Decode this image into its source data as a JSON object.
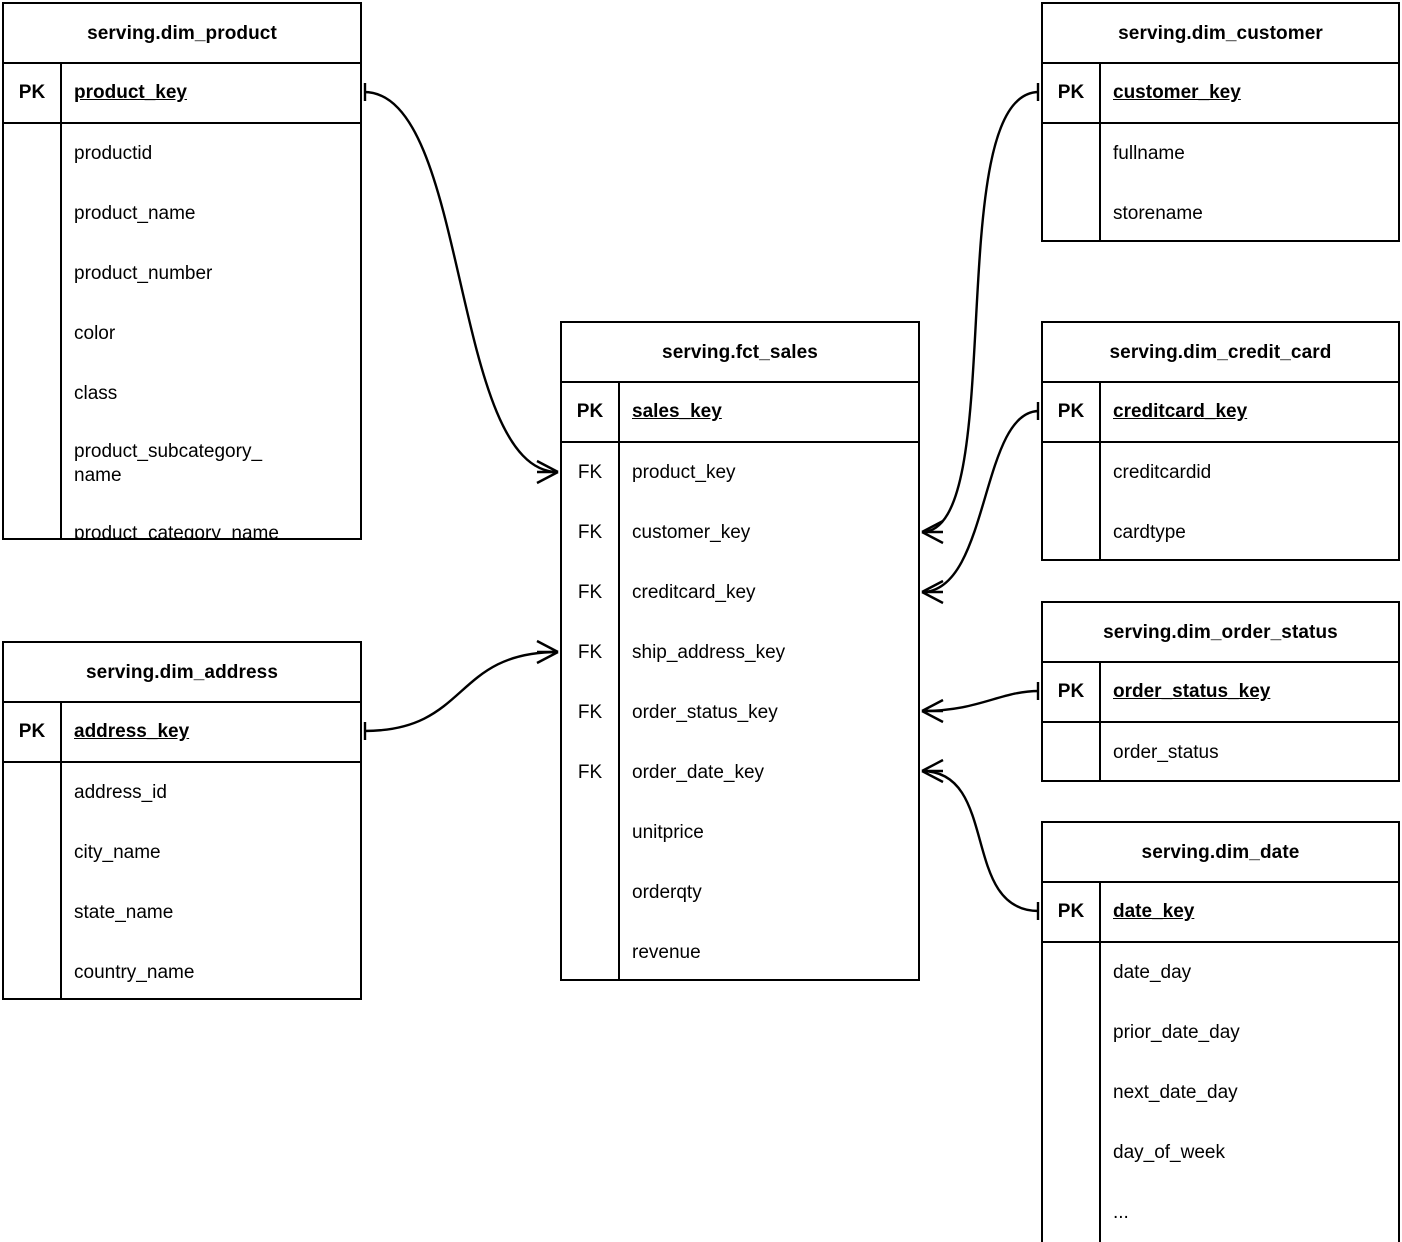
{
  "diagram": {
    "type": "entity-relationship-diagram",
    "notation": "crows-foot",
    "pk_label": "PK",
    "fk_label": "FK",
    "background_color": "#ffffff",
    "line_color": "#000000"
  },
  "entities": {
    "dim_product": {
      "title": "serving.dim_product",
      "pk": {
        "key": "PK",
        "name": "product_key"
      },
      "attributes": [
        "productid",
        "product_name",
        "product_number",
        "color",
        "class",
        "product_subcategory_ name",
        "product_category_name"
      ]
    },
    "dim_address": {
      "title": "serving.dim_address",
      "pk": {
        "key": "PK",
        "name": "address_key"
      },
      "attributes": [
        "address_id",
        "city_name",
        "state_name",
        "country_name"
      ]
    },
    "fct_sales": {
      "title": "serving.fct_sales",
      "pk": {
        "key": "PK",
        "name": "sales_key"
      },
      "columns": [
        {
          "key": "FK",
          "name": "product_key"
        },
        {
          "key": "FK",
          "name": "customer_key"
        },
        {
          "key": "FK",
          "name": "creditcard_key"
        },
        {
          "key": "FK",
          "name": "ship_address_key"
        },
        {
          "key": "FK",
          "name": "order_status_key"
        },
        {
          "key": "FK",
          "name": "order_date_key"
        },
        {
          "key": "",
          "name": "unitprice"
        },
        {
          "key": "",
          "name": "orderqty"
        },
        {
          "key": "",
          "name": "revenue"
        }
      ]
    },
    "dim_customer": {
      "title": "serving.dim_customer",
      "pk": {
        "key": "PK",
        "name": "customer_key"
      },
      "attributes": [
        "fullname",
        "storename"
      ]
    },
    "dim_credit_card": {
      "title": "serving.dim_credit_card",
      "pk": {
        "key": "PK",
        "name": "creditcard_key"
      },
      "attributes": [
        "creditcardid",
        "cardtype"
      ]
    },
    "dim_order_status": {
      "title": "serving.dim_order_status",
      "pk": {
        "key": "PK",
        "name": "order_status_key"
      },
      "attributes": [
        "order_status"
      ]
    },
    "dim_date": {
      "title": "serving.dim_date",
      "pk": {
        "key": "PK",
        "name": "date_key"
      },
      "attributes": [
        "date_day",
        "prior_date_day",
        "next_date_day",
        "day_of_week",
        "..."
      ]
    }
  },
  "relationships": [
    {
      "from": "dim_product",
      "from_column": "product_key",
      "to": "fct_sales",
      "to_column": "product_key",
      "from_cardinality": "one",
      "to_cardinality": "many"
    },
    {
      "from": "dim_address",
      "from_column": "address_key",
      "to": "fct_sales",
      "to_column": "ship_address_key",
      "from_cardinality": "one",
      "to_cardinality": "many"
    },
    {
      "from": "dim_customer",
      "from_column": "customer_key",
      "to": "fct_sales",
      "to_column": "customer_key",
      "from_cardinality": "one",
      "to_cardinality": "many"
    },
    {
      "from": "dim_credit_card",
      "from_column": "creditcard_key",
      "to": "fct_sales",
      "to_column": "creditcard_key",
      "from_cardinality": "one",
      "to_cardinality": "many"
    },
    {
      "from": "dim_order_status",
      "from_column": "order_status_key",
      "to": "fct_sales",
      "to_column": "order_status_key",
      "from_cardinality": "one",
      "to_cardinality": "many"
    },
    {
      "from": "dim_date",
      "from_column": "date_key",
      "to": "fct_sales",
      "to_column": "order_date_key",
      "from_cardinality": "one",
      "to_cardinality": "many"
    }
  ]
}
